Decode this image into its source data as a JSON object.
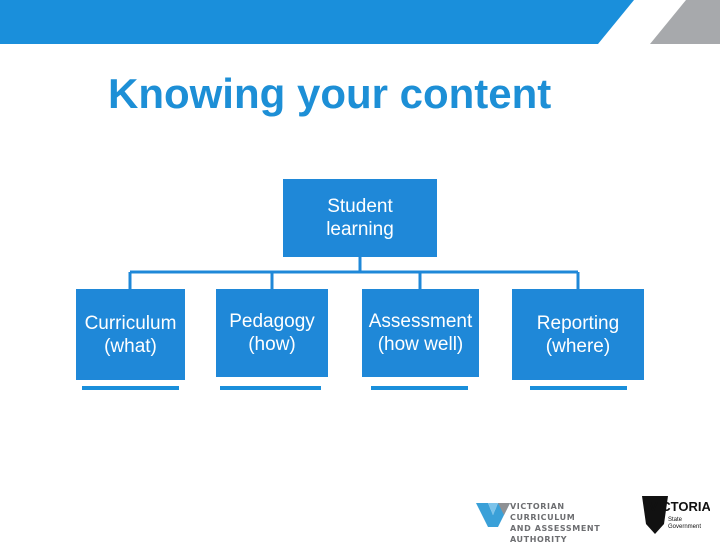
{
  "slide": {
    "title": "Knowing your content"
  },
  "diagram": {
    "root": {
      "label": "Student\nlearning"
    },
    "children": [
      {
        "label": "Curriculum\n(what)"
      },
      {
        "label": "Pedagogy\n(how)"
      },
      {
        "label": "Assessment\n(how well)"
      },
      {
        "label": "Reporting\n(where)"
      }
    ]
  },
  "logos": {
    "vcaa": {
      "text": "VICTORIAN CURRICULUM\nAND ASSESSMENT AUTHORITY"
    },
    "victoria": {
      "name": "VICTORIA",
      "sub1": "State",
      "sub2": "Government"
    }
  },
  "colors": {
    "accent": "#1f88d8",
    "title": "#1d8fd6",
    "banner": "#1a8fdb",
    "banner_gray": "#a7a9ac"
  }
}
